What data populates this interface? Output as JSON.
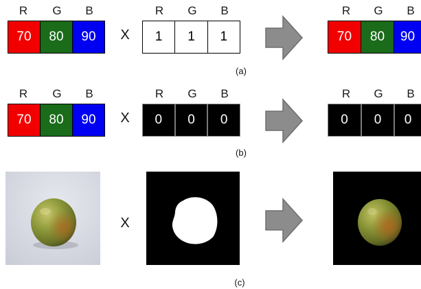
{
  "operator": "X",
  "channels": [
    "R",
    "G",
    "B"
  ],
  "rows": [
    {
      "caption": "(a)",
      "input": [
        "70",
        "80",
        "90"
      ],
      "mask": [
        "1",
        "1",
        "1"
      ],
      "output": [
        "70",
        "80",
        "90"
      ]
    },
    {
      "caption": "(b)",
      "input": [
        "70",
        "80",
        "90"
      ],
      "mask": [
        "0",
        "0",
        "0"
      ],
      "output": [
        "0",
        "0",
        "0"
      ]
    },
    {
      "caption": "(c)"
    }
  ],
  "colors": {
    "red": "#f20000",
    "green": "#1a6b1a",
    "blue": "#0000f2",
    "arrow_fill": "#8c8c8c",
    "arrow_stroke": "#6e6e6e"
  }
}
